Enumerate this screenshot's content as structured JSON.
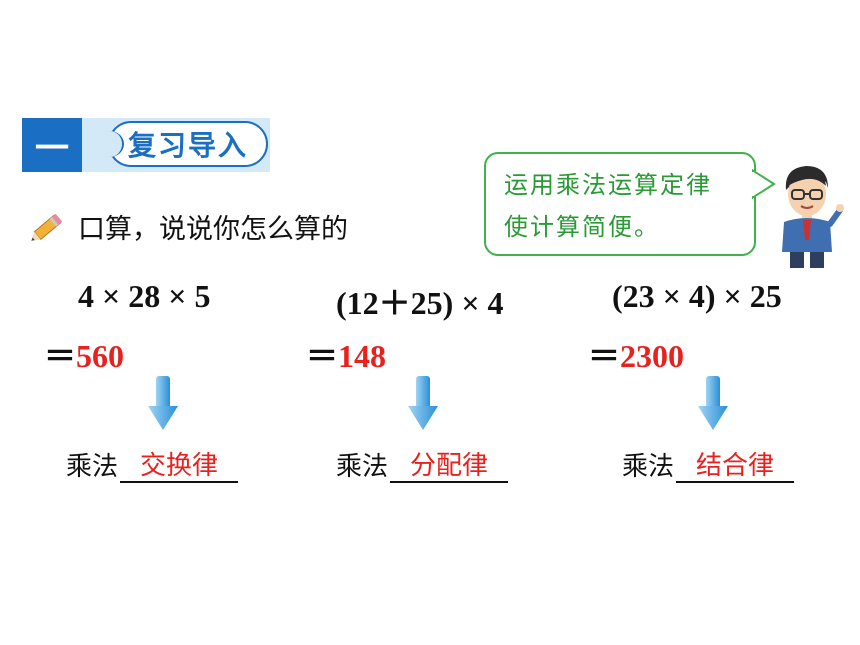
{
  "section": {
    "number": "一",
    "title": "复习导入"
  },
  "prompt": {
    "text": "口算，说说你怎么算的"
  },
  "bubble": {
    "text": "运用乘法运算定律使计算简便。"
  },
  "problems": [
    {
      "expression": "4 × 28 × 5",
      "equals": "＝",
      "answer": "560",
      "law_prefix": "乘法",
      "law_answer": "交换律"
    },
    {
      "expression": "(12＋25) × 4",
      "equals": "＝",
      "answer": "148",
      "law_prefix": "乘法",
      "law_answer": "分配律"
    },
    {
      "expression": "(23 × 4) × 25",
      "equals": "＝",
      "answer": "2300",
      "law_prefix": "乘法",
      "law_answer": "结合律"
    }
  ],
  "colors": {
    "accent_blue": "#1a6fc4",
    "answer_red": "#e8211e",
    "bubble_green": "#2a9a35",
    "arrow_blue": "#3aa0e0"
  },
  "icons": {
    "prompt": "pencil-icon",
    "arrow": "down-arrow-icon",
    "character": "teacher-illustration"
  }
}
